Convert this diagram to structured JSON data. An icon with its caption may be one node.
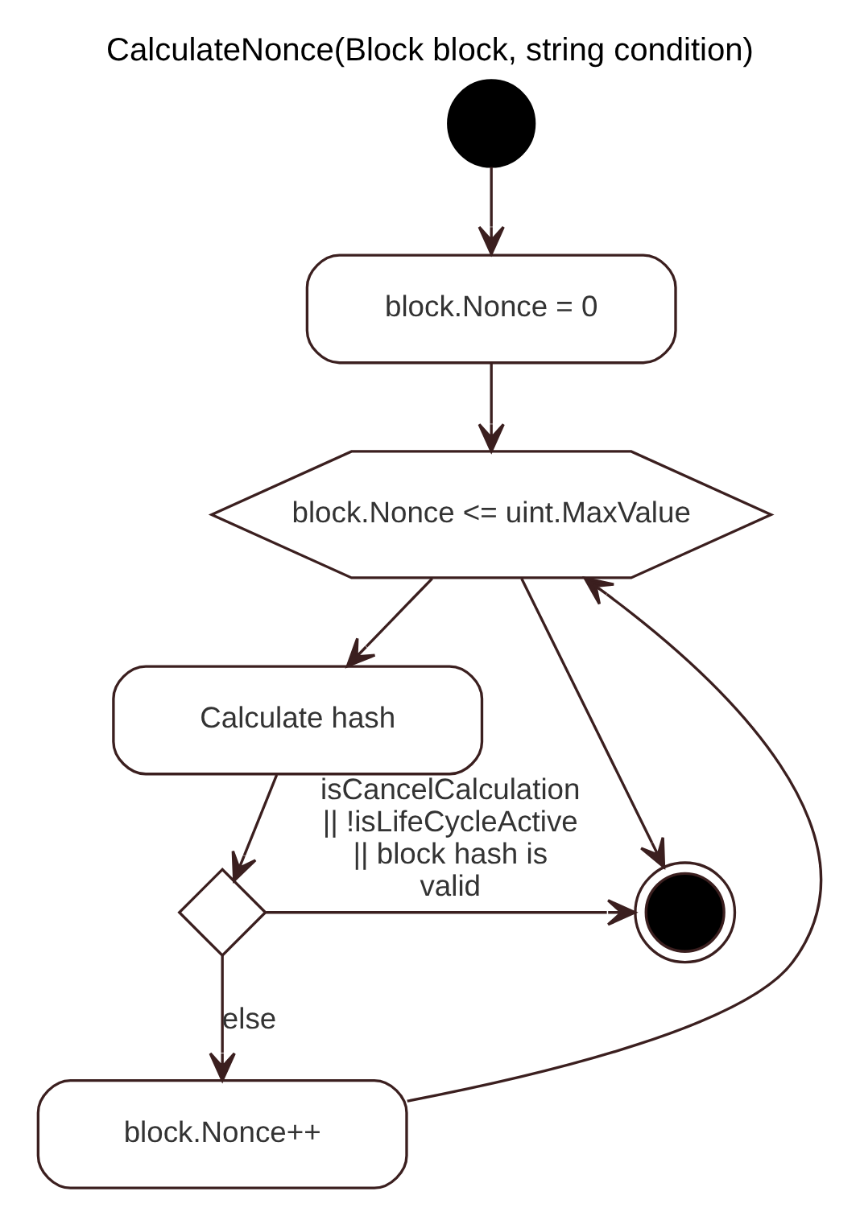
{
  "diagram": {
    "title": "CalculateNonce(Block block, string condition)",
    "nodes": [
      {
        "text": [],
        "shape": "circle"
      },
      {
        "text": [
          "block.Nonce = 0"
        ]
      },
      {
        "text": [
          "block.Nonce <= uint.MaxValue"
        ]
      },
      {
        "text": [
          "Calculate hash"
        ]
      },
      {
        "text": [],
        "shape": "diamond"
      },
      {
        "text": [
          "block.Nonce++"
        ]
      },
      {
        "text": [],
        "shape": "circle"
      }
    ],
    "edges": [
      {
        "from": 0,
        "to": 1,
        "arrow": "to"
      },
      {
        "from": 1,
        "to": 2,
        "arrow": "to"
      },
      {
        "from": 2,
        "to": 3,
        "arrow": "to"
      },
      {
        "from": 2,
        "to": 6,
        "arrow": "to"
      },
      {
        "from": 3,
        "to": 4,
        "arrow": "to"
      },
      {
        "from": 4,
        "to": 5,
        "label": "else",
        "arrow": "to"
      },
      {
        "from": 4,
        "to": 6,
        "label": "isCancelCalculation || !isLifeCycleActive || block hash is valid",
        "arrow": "to"
      },
      {
        "from": 5,
        "to": 2,
        "arrow": "to"
      }
    ]
  }
}
